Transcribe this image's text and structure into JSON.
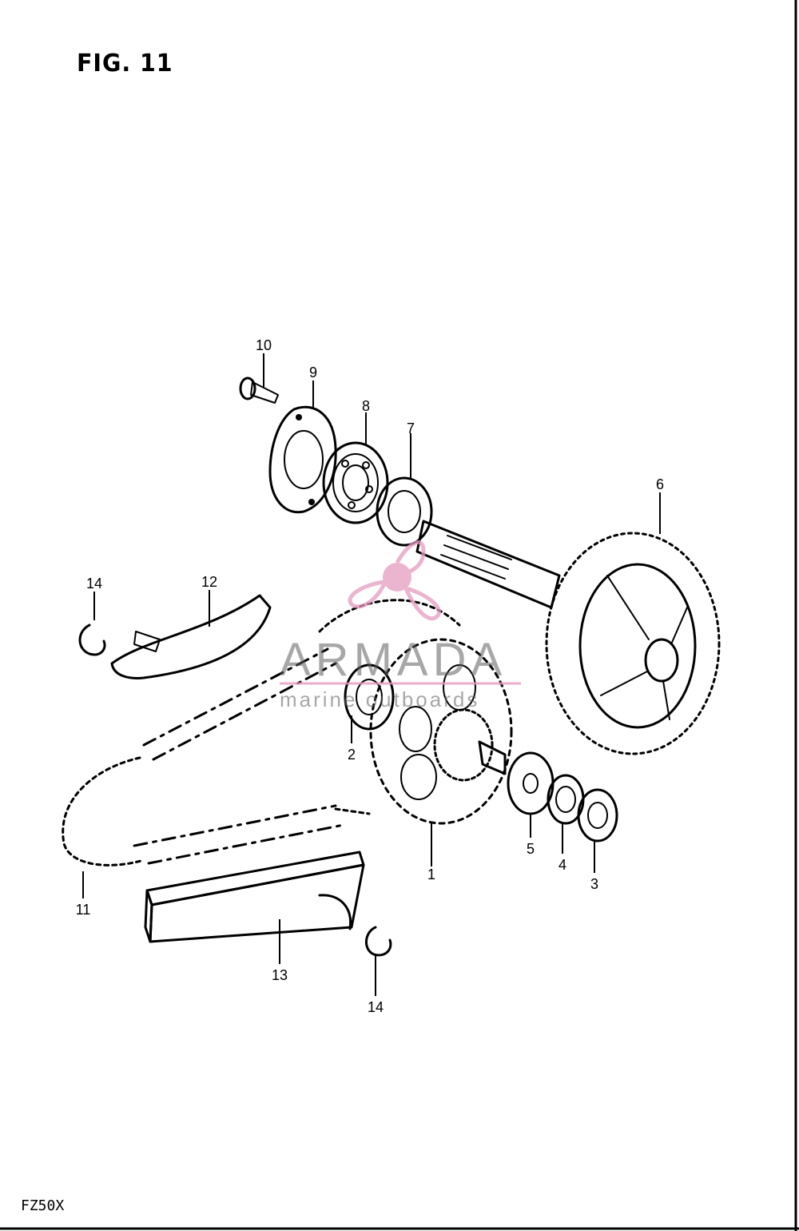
{
  "figure": {
    "title": "FIG. 11"
  },
  "footer": {
    "model_code": "FZ50X"
  },
  "watermark": {
    "brand_name": "ARMADA",
    "tagline": "marine outboards",
    "brand_color": "#e59bc0",
    "text_color": "#5f5f5f"
  },
  "callouts": [
    {
      "id": "1",
      "label": "1"
    },
    {
      "id": "2",
      "label": "2"
    },
    {
      "id": "3",
      "label": "3"
    },
    {
      "id": "4",
      "label": "4"
    },
    {
      "id": "5",
      "label": "5"
    },
    {
      "id": "6",
      "label": "6"
    },
    {
      "id": "7",
      "label": "7"
    },
    {
      "id": "8",
      "label": "8"
    },
    {
      "id": "9",
      "label": "9"
    },
    {
      "id": "10",
      "label": "10"
    },
    {
      "id": "11",
      "label": "11"
    },
    {
      "id": "12",
      "label": "12"
    },
    {
      "id": "13",
      "label": "13"
    },
    {
      "id": "14a",
      "label": "14"
    },
    {
      "id": "14b",
      "label": "14"
    }
  ]
}
